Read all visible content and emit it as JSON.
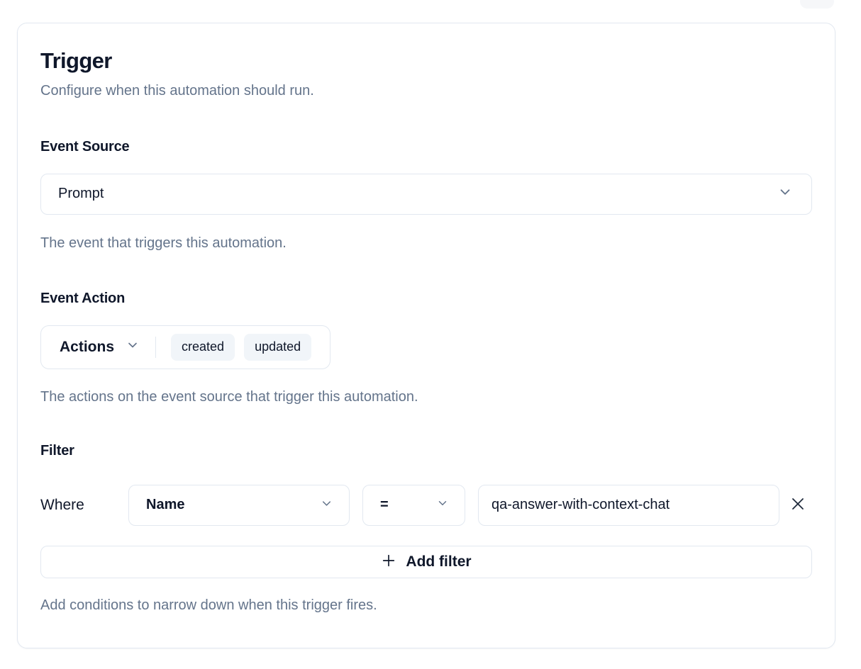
{
  "page": {
    "title": "Trigger",
    "subtitle": "Configure when this automation should run."
  },
  "event_source": {
    "label": "Event Source",
    "selected_value": "Prompt",
    "help": "The event that triggers this automation."
  },
  "event_action": {
    "label": "Event Action",
    "dropdown_label": "Actions",
    "selected_actions": [
      "created",
      "updated"
    ],
    "help": "The actions on the event source that trigger this automation."
  },
  "filter": {
    "label": "Filter",
    "where_label": "Where",
    "field_selected": "Name",
    "operator_selected": "=",
    "value": "qa-answer-with-context-chat",
    "add_filter_label": "Add filter",
    "help": "Add conditions to narrow down when this trigger fires."
  },
  "icons": {
    "chevron_down": "chevron-down",
    "close": "x-close",
    "plus": "plus"
  },
  "colors": {
    "text_primary": "#0f172a",
    "text_muted": "#64748b",
    "border": "#e2e8f0",
    "badge_bg": "#f1f5f9",
    "card_bg": "#ffffff",
    "icon_gray": "#64748b"
  }
}
